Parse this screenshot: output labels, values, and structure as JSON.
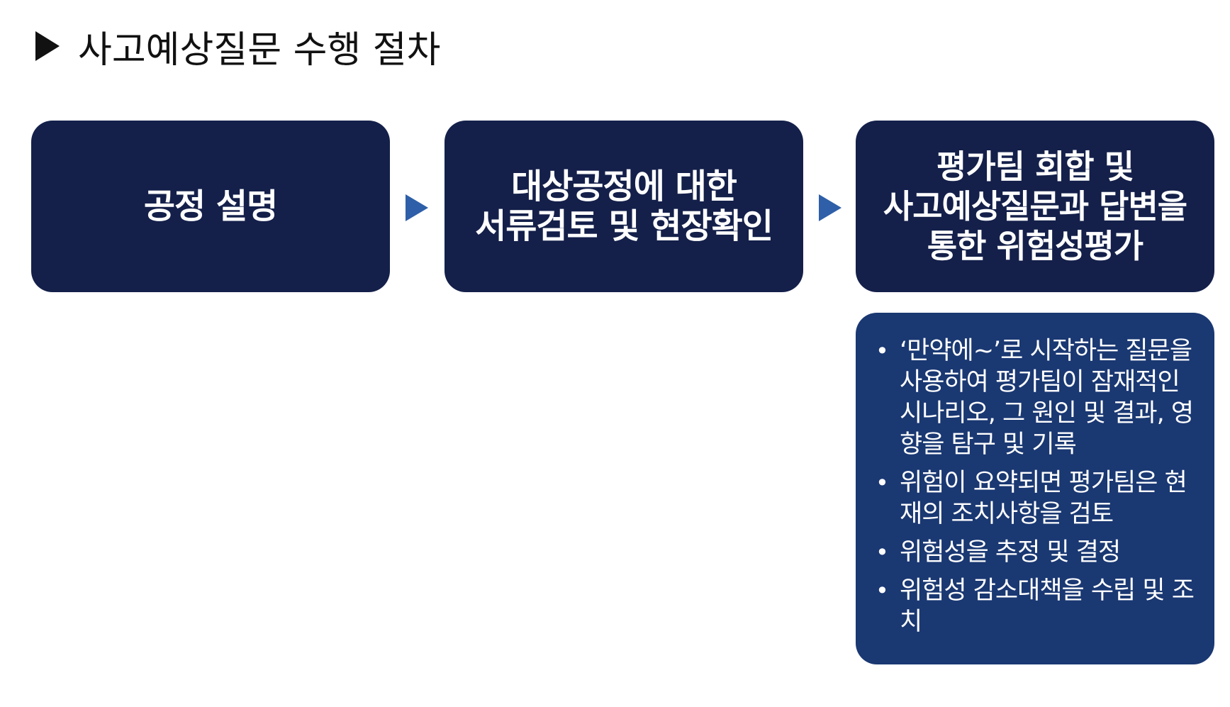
{
  "header": {
    "marker": "▶",
    "title": "사고예상질문 수행 절차"
  },
  "flow": {
    "steps": [
      {
        "label": "공정 설명"
      },
      {
        "label": "대상공정에 대한\n서류검토 및 현장확인"
      },
      {
        "label": "평가팀 회합 및\n사고예상질문과 답변을\n통한 위험성평가"
      }
    ],
    "arrow_color": "#2e5fa8",
    "box_color": "#14204a"
  },
  "details": {
    "bullet": "•",
    "box_color": "#1a3872",
    "items": [
      "‘만약에~’로 시작하는 질문을 사용하여 평가팀이 잠재적인 시나리오, 그 원인 및 결과, 영향을 탐구 및 기록",
      "위험이 요약되면 평가팀은 현재의 조치사항을 검토",
      "위험성을 추정 및 결정",
      "위험성 감소대책을 수립 및 조치"
    ]
  }
}
